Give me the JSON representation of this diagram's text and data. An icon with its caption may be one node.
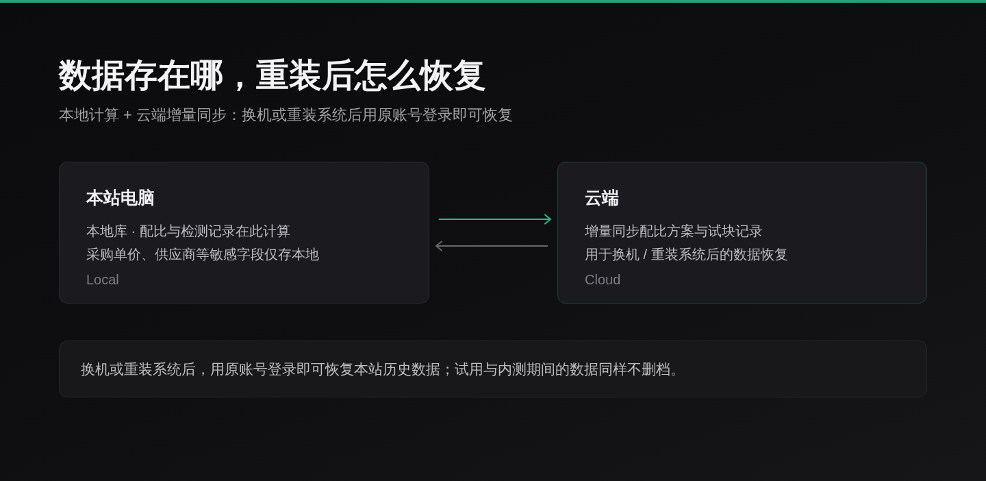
{
  "diagram": {
    "title": "数据存在哪，重装后怎么恢复",
    "nodes": [
      {
        "text": [
          "本站电脑",
          "本地库 · 配比与检测记录在此计算",
          "采购单价、供应商等敏感字段仅存本地",
          "Local"
        ]
      },
      {
        "text": [
          "云端",
          "增量同步配比方案与试块记录",
          "用于换机 / 重装系统后的数据恢复",
          "Cloud"
        ]
      },
      {
        "text": [
          "换机或重装系统后，用原账号登录即可恢复本站历史数据；试用与内测期间的数据同样不删档。"
        ]
      }
    ],
    "edges": [
      {
        "from": 0,
        "to": 1,
        "arrow": "to",
        "color": "#2fb98a"
      },
      {
        "from": 1,
        "to": 0,
        "arrow": "to",
        "color": "#66666b"
      }
    ],
    "labels": [
      "本地计算 + 云端增量同步：换机或重装系统后用原账号登录即可恢复"
    ]
  }
}
